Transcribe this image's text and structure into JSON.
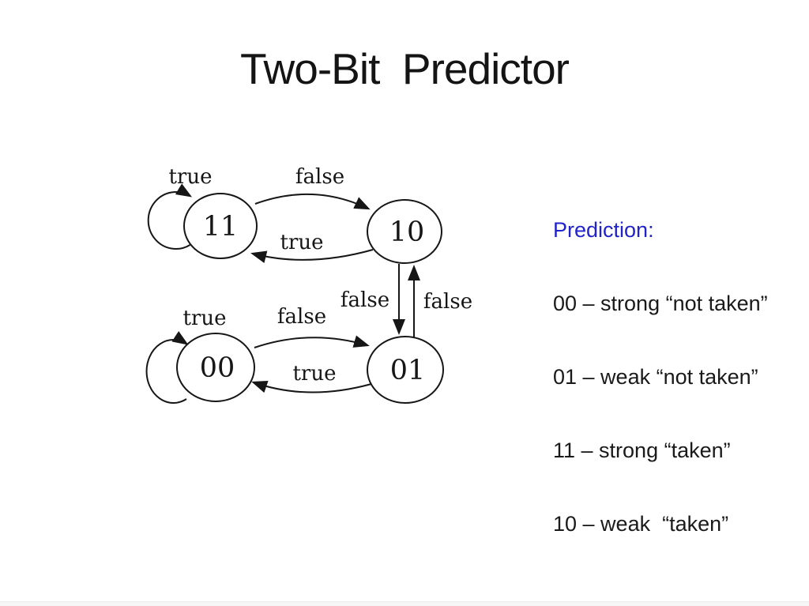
{
  "slide": {
    "title": "Two-Bit  Predictor"
  },
  "diagram": {
    "type": "state-machine",
    "states": {
      "s11": "11",
      "s10": "10",
      "s00": "00",
      "s01": "01"
    },
    "labels": {
      "loop11": "true",
      "false_11_to_10": "false",
      "true_10_to_11": "true",
      "false_10_to_01": "false",
      "false_01_to_10": "false",
      "loop00": "true",
      "false_00_to_01": "false",
      "true_01_to_00": "true"
    }
  },
  "legend": {
    "heading": "Prediction:",
    "items": [
      "00 – strong “not taken”",
      "01 – weak “not taken”",
      "11 – strong “taken”",
      "10 – weak  “taken”"
    ]
  },
  "colors": {
    "heading_blue": "#2222cc",
    "ink": "#161616",
    "background": "#ffffff"
  }
}
